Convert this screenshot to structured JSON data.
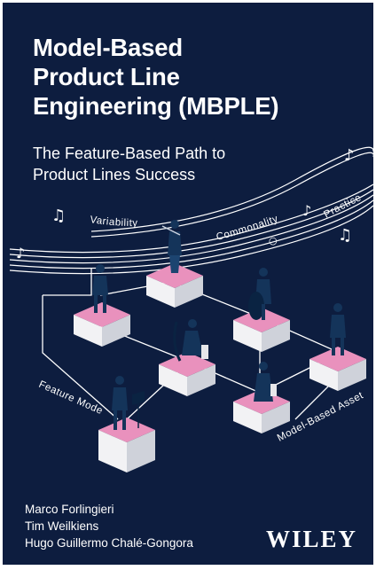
{
  "book": {
    "title_lines": [
      "Model-Based",
      "Product Line",
      "Engineering (MBPLE)"
    ],
    "subtitle_lines": [
      "The Feature-Based Path to",
      "Product Lines Success"
    ],
    "authors": [
      "Marco Forlingieri",
      "Tim Weilkiens",
      "Hugo Guillermo Chalé-Gongora"
    ],
    "publisher": "WILEY"
  },
  "illustration": {
    "staff_labels": [
      "Variability",
      "Commonality",
      "Practice"
    ],
    "diagram_labels": [
      "Feature Model",
      "Model-Based Assets"
    ],
    "icons": [
      "music-notes-icon"
    ]
  },
  "colors": {
    "background": "#0d1d3f",
    "text": "#ffffff",
    "pedestal_top": "#e991bd",
    "pedestal_side": "#ffffff"
  }
}
